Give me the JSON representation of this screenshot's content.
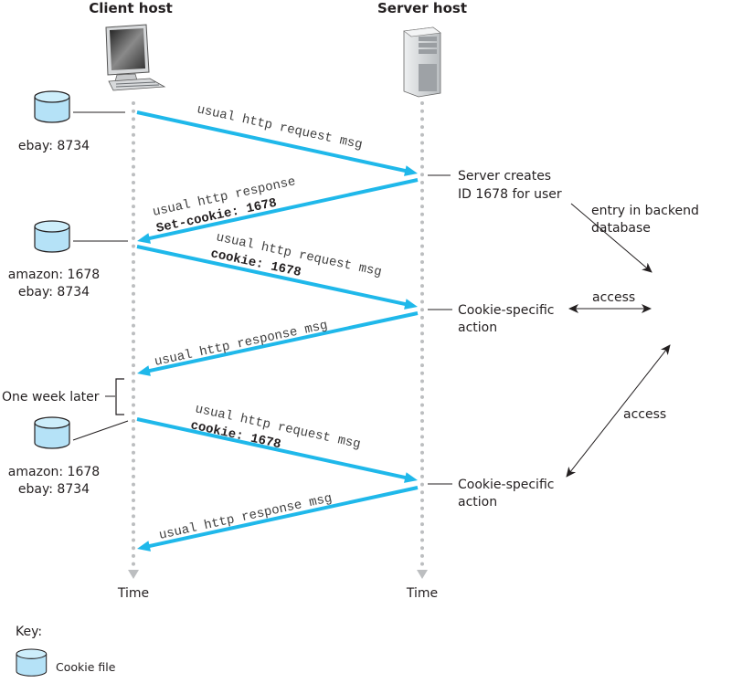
{
  "headers": {
    "client": "Client host",
    "server": "Server host"
  },
  "client_cookies": [
    {
      "lines": [
        "ebay: 8734"
      ]
    },
    {
      "lines": [
        "amazon: 1678",
        "ebay: 8734"
      ]
    },
    {
      "lines": [
        "amazon: 1678",
        "ebay: 8734"
      ]
    }
  ],
  "messages": [
    {
      "direction": "client-to-server",
      "line1": "usual http request msg",
      "line2": ""
    },
    {
      "direction": "server-to-client",
      "line1": "usual http response",
      "line2": "Set-cookie: 1678"
    },
    {
      "direction": "client-to-server",
      "line1": "usual http request msg",
      "line2": "cookie: 1678"
    },
    {
      "direction": "server-to-client",
      "line1": "usual http response msg",
      "line2": ""
    },
    {
      "direction": "client-to-server",
      "line1": "usual http request msg",
      "line2": "cookie: 1678"
    },
    {
      "direction": "server-to-client",
      "line1": "usual http response msg",
      "line2": ""
    }
  ],
  "server_notes": [
    {
      "line1": "Server creates",
      "line2": "ID 1678 for user"
    },
    {
      "line1": "Cookie-specific",
      "line2": "action"
    },
    {
      "line1": "Cookie-specific",
      "line2": "action"
    }
  ],
  "backend": {
    "entry_line1": "entry in backend",
    "entry_line2": "database",
    "access1": "access",
    "access2": "access"
  },
  "one_week_later": "One week later",
  "time_labels": {
    "client": "Time",
    "server": "Time"
  },
  "key": {
    "title": "Key:",
    "cookie_file": "Cookie file"
  },
  "colors": {
    "message_arrow": "#1fb8ea",
    "cookie_fill": "#b5e2f7",
    "timeline_dot": "#bcbec0"
  }
}
